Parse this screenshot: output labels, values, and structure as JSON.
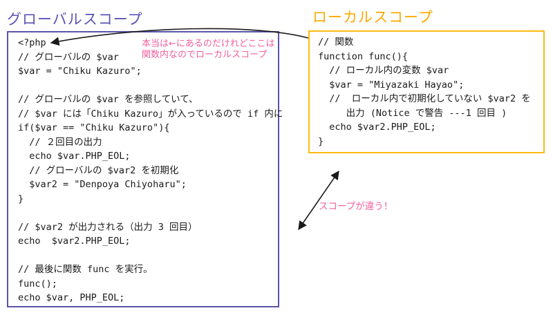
{
  "page": {
    "background": "#ffffff"
  },
  "global_box": {
    "title": "グローバルスコープ",
    "title_color": "#5b52b5",
    "border_color": "#5a54a8",
    "code_lines": [
      "<?php",
      "// グローバルの $var",
      "$var = \"Chiku Kazuro\";",
      "",
      "// グローバルの $var を参照していて、",
      "// $var には「Chiku Kazuro」が入っているので if 内に",
      "if($var == \"Chiku Kazuro\"){",
      "  // ２回目の出力",
      "  echo $var.PHP_EOL;",
      "  // グローバルの $var2 を初期化",
      "  $var2 = \"Denpoya Chiyoharu\";",
      "}",
      "",
      "// $var2 が出力される（出力 3 回目）",
      "echo  $var2.PHP_EOL;",
      "",
      "// 最後に関数 func を実行。",
      "func();",
      "echo $var, PHP_EOL;"
    ]
  },
  "local_box": {
    "title": "ローカルスコープ",
    "title_color": "#fcaa00",
    "border_color": "#fcba12",
    "code_lines": [
      "// 関数",
      "function func(){",
      "  // ローカル内の変数 $var",
      "  $var = \"Miyazaki Hayao\";",
      "  //  ローカル内で初期化していない $var2 を",
      "     出力 (Notice で警告 ---1 回目 )",
      "  echo $var2.PHP_EOL;",
      "}"
    ]
  },
  "annotations": {
    "color": "#f2609f",
    "scope_note_line1": "本当は←にあるのだけれどここは",
    "scope_note_line2": "関数内なのでローカルスコープ",
    "diff_note": "スコープが違う！"
  },
  "arrows": {
    "color": "#1a1a1a"
  }
}
